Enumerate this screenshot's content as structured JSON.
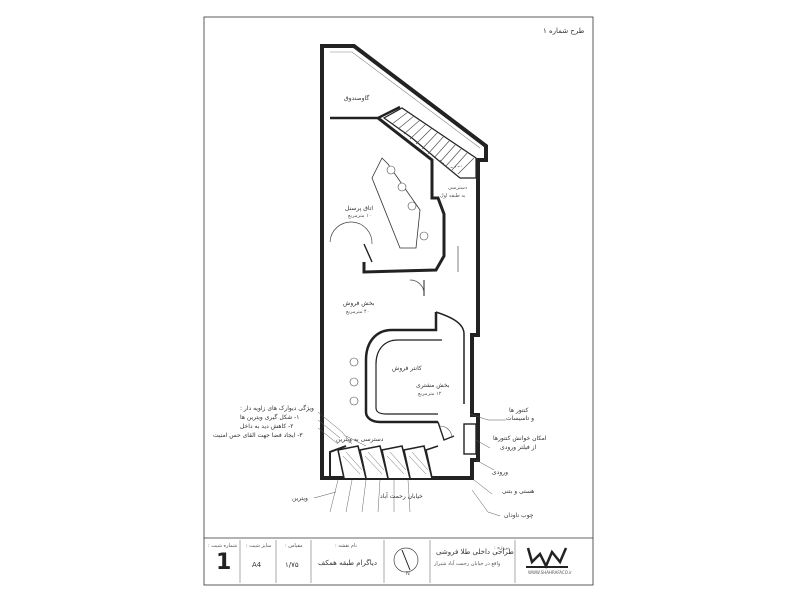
{
  "sheet": {
    "plan_title": "طرح شماره ۱",
    "north_label": "N"
  },
  "rooms": {
    "vault": "گاوصندوق",
    "staff_room": "اتاق پرسنل",
    "staff_room_area": "۱۰ مترمربع",
    "stair_access_1": "دسترسی",
    "stair_access_2": "به طبقه اول",
    "sales_area": "بخش فروش",
    "sales_area_area": "۴۰ مترمربع",
    "sales_counter": "کانتر فروش",
    "customer_area": "بخش مشتری",
    "customer_area_area": "۱۲ مترمربع"
  },
  "annotations": {
    "features_title": "ویژگی دیوارک های زاویه دار :",
    "feature_1": "۱- شکل گیری ویترین ها",
    "feature_2": "۲- کاهش دید به داخل",
    "feature_3": "۳- ایجاد فضا جهت القای حس امنیت",
    "display_access": "دسترسی به ویترین",
    "showcase": "ویترین",
    "street": "خیابان رحمت آباد",
    "controls_1": "کنتور ها",
    "controls_2": "و تاسیسات",
    "controls_note_1": "امکان خوانش کنتورها",
    "controls_note_2": "از فیلتر ورودی",
    "entrance": "ورودی",
    "concrete_ledge": "هستی و بتنی",
    "water_drain": "چوب ناودان"
  },
  "title_block": {
    "sheet_no_label": "شماره شیت :",
    "sheet_no": "1",
    "size_label": "سایز شیت :",
    "size": "A4",
    "scale_label": "مقیاس :",
    "scale": "۱/۷۵",
    "drawing_label": "نام نقشه :",
    "drawing": "دیاگرام طبقه همکف",
    "project_label": "پروژه :",
    "project": "طراحی داخلی طلا فروشی",
    "project_location": "واقع در خیابان رحمت آباد شیراز",
    "company_url": "WWW.SHAHRAFACO.ir"
  }
}
